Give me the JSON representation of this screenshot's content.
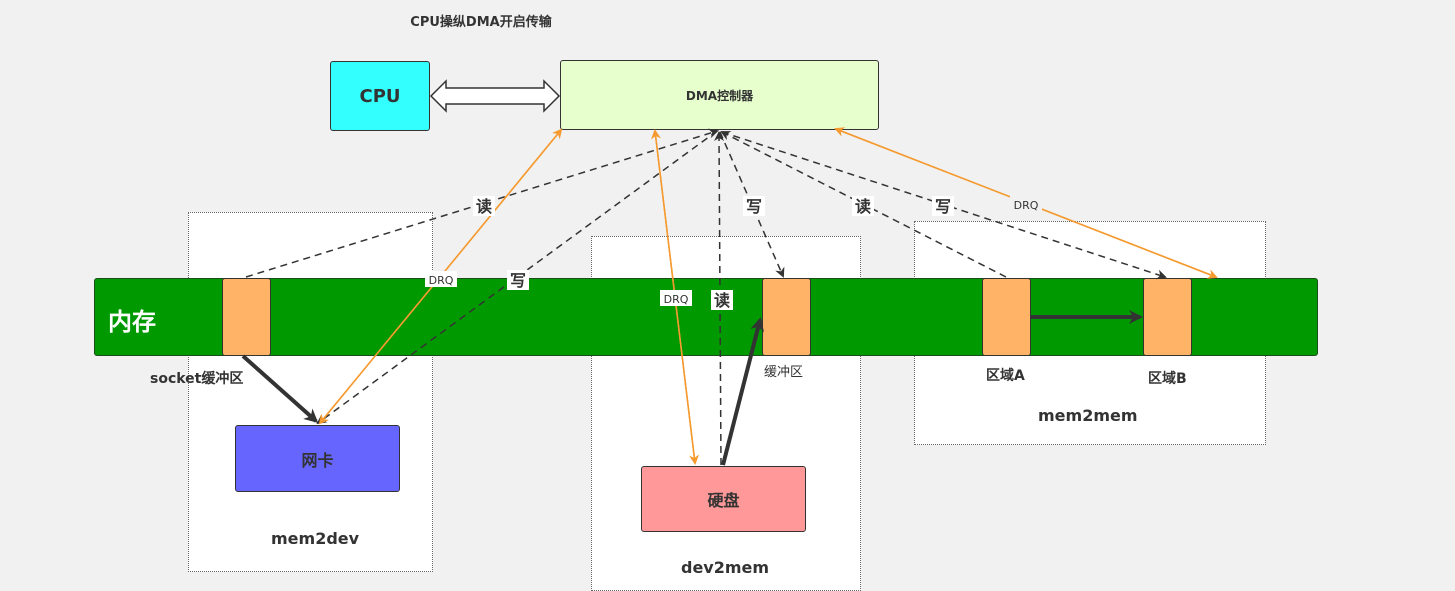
{
  "title": "CPU操纵DMA开启传输",
  "cpu_label": "CPU",
  "dma_label": "DMA控制器",
  "memory_label": "内存",
  "buffers": {
    "socket": "socket缓冲区",
    "disk_buffer": "缓冲区",
    "region_a": "区域A",
    "region_b": "区域B"
  },
  "devices": {
    "nic": "网卡",
    "disk": "硬盘"
  },
  "groups": {
    "mem2dev": "mem2dev",
    "dev2mem": "dev2mem",
    "mem2mem": "mem2mem"
  },
  "edge_labels": {
    "read": "读",
    "write": "写",
    "drq": "DRQ"
  },
  "colors": {
    "background": "#f1f1f1",
    "cpu": "#33ffff",
    "dma": "#e6ffcc",
    "memory": "#009900",
    "buffer": "#ffb366",
    "nic": "#6666ff",
    "disk": "#ff9999",
    "drq_line": "#f59a2f",
    "dashed_line": "#333333"
  }
}
